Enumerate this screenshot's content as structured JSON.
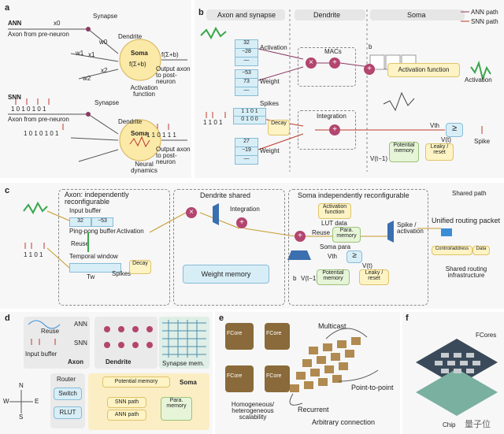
{
  "panels": {
    "a": "a",
    "b": "b",
    "c": "c",
    "d": "d",
    "e": "e",
    "f": "f"
  },
  "a": {
    "ann": "ANN",
    "snn": "SNN",
    "synapse": "Synapse",
    "axon": "Axon from pre-neuron",
    "dendrite": "Dendrite",
    "soma": "Soma",
    "fsum": "f(Σ+b)",
    "activation": "Activation function",
    "output": "Output axon to post-neuron",
    "fsum_out": "f(Σ+b)",
    "neural": "Neural dynamics",
    "spikes_in": "1 0 1 0 1 0 1",
    "spikes_in2": "1 0 1 0 1 0 1",
    "spikes_out": "1 1 0 1 1 1",
    "synapse2": "Synapse",
    "axon2": "Axon from pre-neuron",
    "dendrite2": "Dendrite",
    "soma2": "Soma",
    "output2": "Output axon to post-neuron",
    "x0": "x0",
    "w0": "w0",
    "w1": "w1",
    "x1": "x1",
    "w2": "w2",
    "x2": "x2"
  },
  "b": {
    "axon_synapse": "Axon and synapse",
    "dendrite": "Dendrite",
    "soma": "Soma",
    "ann_path": "ANN path",
    "snn_path": "SNN path",
    "act_vals": [
      "32",
      "−28",
      "—"
    ],
    "activation": "Activation",
    "weight_vals": [
      "−53",
      "73",
      "—"
    ],
    "weight": "Weight",
    "macs": "MACs",
    "b": "b",
    "activation_function": "Activation function",
    "activation_out": "Activation",
    "spikes": "Spikes",
    "spike_grid": [
      "1 1 0 1",
      "0 1 0 0"
    ],
    "spike_seq": "1 1 0 1",
    "decay": "Decay",
    "integration": "Integration",
    "weight2_vals": [
      "27",
      "−19",
      "—"
    ],
    "weight2": "Weight",
    "vth": "Vth",
    "vt": "V(t)",
    "potential_memory": "Potential memory",
    "leaky_reset": "Leaky / reset",
    "vt1": "V(t−1)",
    "spike": "Spike"
  },
  "c": {
    "shared_path": "Shared path",
    "axon_title": "Axon: independently reconfigurable",
    "input_buffer": "Input buffer",
    "pp_vals": [
      "32",
      "−53"
    ],
    "ping_pong": "Ping-pong buffer",
    "reuse": "Reuse",
    "temporal_window": "Temporal window",
    "tw": "Tw",
    "spike_seq": "1 1 0 1",
    "activation": "Activation",
    "spikes": "Spikes",
    "decay": "Decay",
    "dendrite_title": "Dendrite shared",
    "integration": "Integration",
    "weight_memory": "Weight memory",
    "soma_title": "Soma independently reconfigurable",
    "activation_function": "Activation function",
    "lut": "LUT data",
    "reuse2": "Reuse",
    "para_memory": "Para. memory",
    "soma_para": "Soma para",
    "vth": "Vth",
    "vt": "V(t)",
    "b": "b",
    "vt1": "V(t−1)",
    "potential_memory": "Potential memory",
    "leaky_reset": "Leaky / reset",
    "spike_activation": "Spike / activation",
    "unified": "Unified routing packet",
    "control_address": "Control/address",
    "data": "Data",
    "shared_routing": "Shared routing infrastructure"
  },
  "d": {
    "reuse": "Reuse",
    "ann": "ANN",
    "snn": "SNN",
    "input_buffer": "Input buffer",
    "axon": "Axon",
    "dendrite": "Dendrite",
    "synapse_mem": "Synapse mem.",
    "router": "Router",
    "switch": "Switch",
    "rlut": "RLUT",
    "compass_n": "N",
    "compass_s": "S",
    "compass_w": "W",
    "compass_e": "E",
    "potential_memory": "Potential memory",
    "soma": "Soma",
    "snn_path": "SNN path",
    "ann_path": "ANN path",
    "para_memory": "Para. memory"
  },
  "e": {
    "fcore": "FCore",
    "multicast": "Multicast",
    "recurrent": "Recurrent",
    "point_to_point": "Point-to-point",
    "homogeneous": "Homogeneous/ heterogeneous scalability",
    "arbitrary": "Arbitrary connection"
  },
  "f": {
    "fcores": "FCores",
    "chip": "Chip",
    "watermark": "量子位"
  }
}
